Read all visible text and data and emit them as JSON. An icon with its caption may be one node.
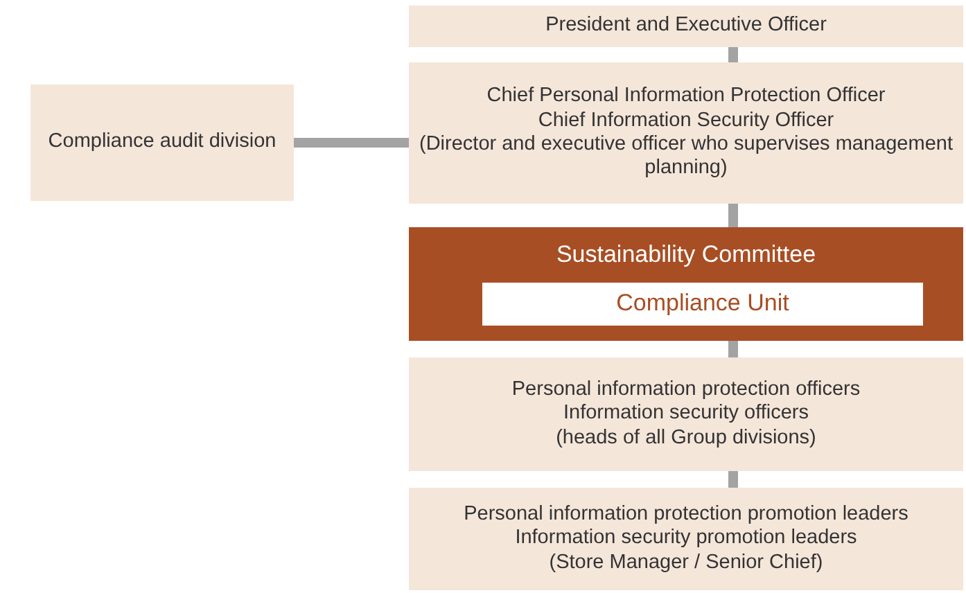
{
  "diagram": {
    "nodes": [
      {
        "text": [
          "President and Executive Officer"
        ]
      },
      {
        "text": [
          "Compliance audit division"
        ]
      },
      {
        "text": [
          "Chief Personal Information Protection Officer",
          "Chief Information Security Officer",
          "(Director and executive officer who supervises management planning)"
        ]
      },
      {
        "text": [
          "Sustainability Committee"
        ]
      },
      {
        "text": [
          "Compliance Unit"
        ],
        "in": 3
      },
      {
        "text": [
          "Personal information protection officers",
          "Information security officers",
          "(heads of all Group divisions)"
        ]
      },
      {
        "text": [
          "Personal information protection promotion leaders",
          "Information security promotion leaders",
          "(Store Manager / Senior Chief)"
        ]
      }
    ],
    "edges": [
      {
        "from": 0,
        "to": 2,
        "arrow": "none"
      },
      {
        "from": 1,
        "to": 2,
        "arrow": "none"
      },
      {
        "from": 2,
        "to": 3,
        "arrow": "none"
      },
      {
        "from": 3,
        "to": 5,
        "arrow": "none"
      },
      {
        "from": 5,
        "to": 6,
        "arrow": "none"
      }
    ]
  }
}
